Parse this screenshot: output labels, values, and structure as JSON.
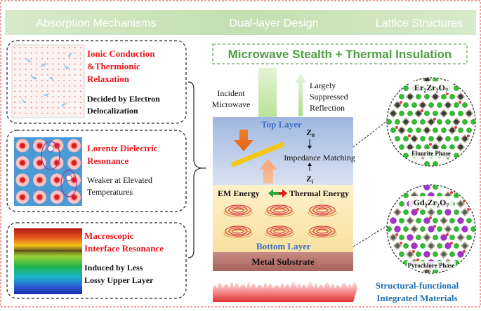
{
  "header": {
    "col1": "Absorption Mechanisms",
    "col2": "Dual-layer Design",
    "col3": "Lattice Structures"
  },
  "mechanisms": [
    {
      "title_line1": "Ionic Conduction",
      "title_line2": "&Thermionic",
      "title_line3": "Relaxation",
      "desc_line1": "Decided by Electron",
      "desc_line2": "Delocalization"
    },
    {
      "title_line1": "Lorentz Dielectric",
      "title_line2": "Resonance",
      "desc_line1": "Weaker at Elevated",
      "desc_line2": "Temperatures"
    },
    {
      "title_line1": "Macroscopic",
      "title_line2": "Interface Resonance",
      "desc_line1": "Induced by Less",
      "desc_line2": "Lossy Upper Layer"
    }
  ],
  "design": {
    "banner": "Microwave Stealth + Thermal Insulation",
    "incident_line1": "Incident",
    "incident_line2": "Microwave",
    "reflect_line1": "Largely",
    "reflect_line2": "Suppressed",
    "reflect_line3": "Reflection",
    "top_layer": "Top Layer",
    "z0": "Z",
    "z0_sub": "0",
    "zi": "Z",
    "zi_sub": "i",
    "impedance": "Impedance Matching",
    "em_energy": "EM Energy",
    "thermal_energy": "Thermal Energy",
    "bottom_layer": "Bottom Layer",
    "substrate": "Metal Substrate"
  },
  "lattice": {
    "top_formula": [
      "Er",
      "2",
      "Zr",
      "2",
      "O",
      "7"
    ],
    "top_phase": "Fluorite Phase",
    "bottom_formula": [
      "Gd",
      "2",
      "Zr",
      "2",
      "O",
      "7"
    ],
    "bottom_phase": "Pyrochlore Phase",
    "caption_line1": "Structural-functional",
    "caption_line2": "Integrated Materials"
  },
  "colors": {
    "header_green": "#c5e0b4",
    "title_red": "#e8191b",
    "caption_blue": "#1f6fb4",
    "top_layer_blue": "#a9bfe0",
    "bottom_layer_yellow": "#fbeab8",
    "substrate": "#b97a76",
    "banner_text": "#4f9e41"
  }
}
